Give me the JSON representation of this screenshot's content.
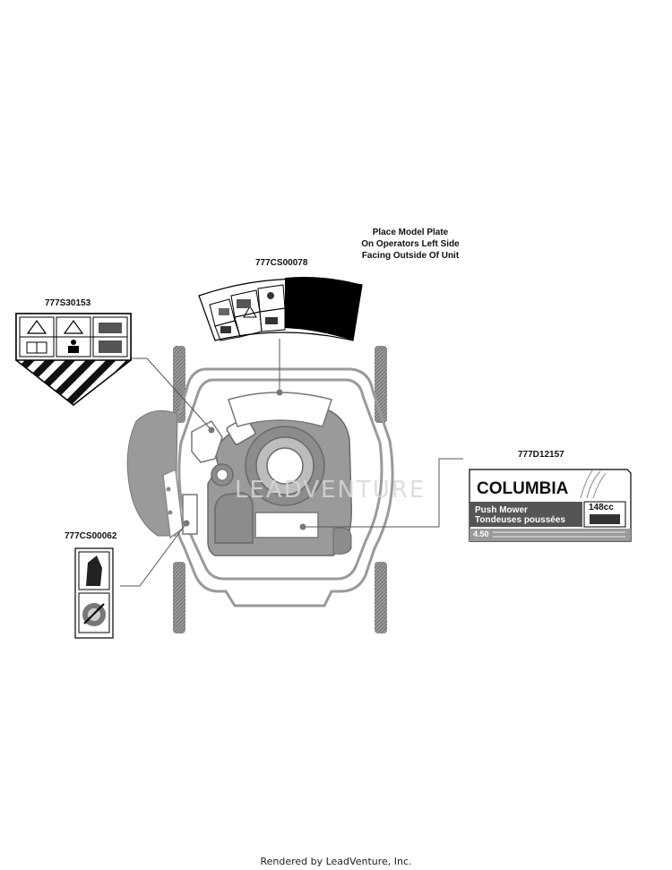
{
  "parts": [
    {
      "id": "p1",
      "number": "777CS00078"
    },
    {
      "id": "p2",
      "number": "777S30153"
    },
    {
      "id": "p3",
      "number": "777D12157"
    },
    {
      "id": "p4",
      "number": "777CS00062"
    }
  ],
  "note": {
    "line1": "Place Model Plate",
    "line2": "On Operators Left Side",
    "line3": "Facing Outside Of Unit"
  },
  "decal": {
    "brand": "COLUMBIA",
    "product_en": "Push Mower",
    "product_fr": "Tondeuses poussées",
    "displacement": "148cc",
    "rating": "4.50"
  },
  "watermark": "LEADVENTURE",
  "footer": "Rendered by LeadVenture, Inc."
}
